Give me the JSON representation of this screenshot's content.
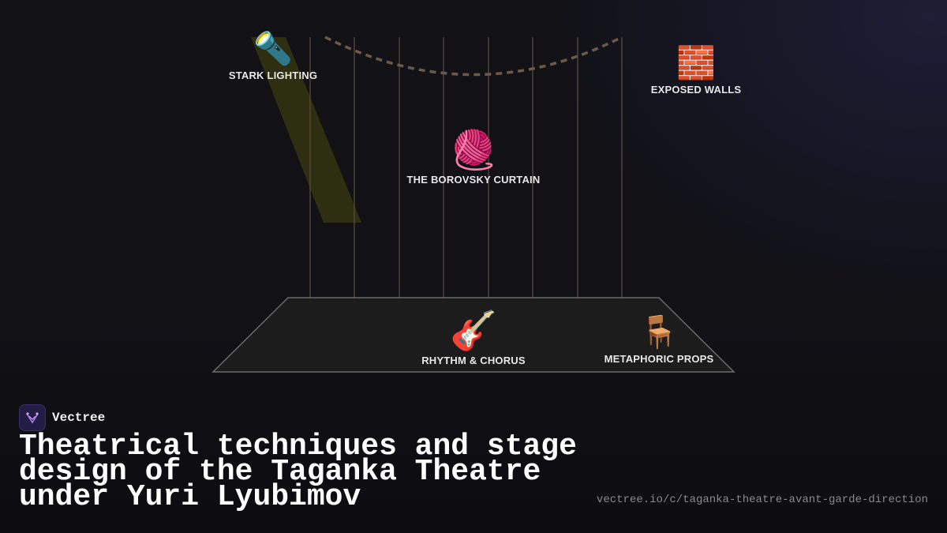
{
  "diagram": {
    "elements": [
      {
        "id": "stark-lighting",
        "icon": "flashlight-icon",
        "glyph": "🔦",
        "label": "STARK LIGHTING"
      },
      {
        "id": "exposed-walls",
        "icon": "brick-wall-icon",
        "glyph": "🧱",
        "label": "EXPOSED WALLS"
      },
      {
        "id": "borovsky-curtain",
        "icon": "yarn-ball-icon",
        "glyph": "🧶",
        "label": "THE BOROVSKY CURTAIN"
      },
      {
        "id": "rhythm-chorus",
        "icon": "guitar-icon",
        "glyph": "🎸",
        "label": "RHYTHM & CHORUS"
      },
      {
        "id": "metaphoric-props",
        "icon": "chair-icon",
        "glyph": "🪑",
        "label": "METAPHORIC PROPS"
      }
    ],
    "colors": {
      "background": "#111116",
      "stage_floor": "#1c1c1c",
      "stage_outline": "#6a6a6a",
      "curtain_threads": "#6b5a4a",
      "spotlight_beam": "#3a3a10",
      "rope": "#6b5a4a"
    }
  },
  "brand": {
    "name": "Vectree",
    "logo_icon": "vectree-logo-icon"
  },
  "title": "Theatrical techniques and stage design of the Taganka Theatre under Yuri Lyubimov",
  "url": "vectree.io/c/taganka-theatre-avant-garde-direction"
}
